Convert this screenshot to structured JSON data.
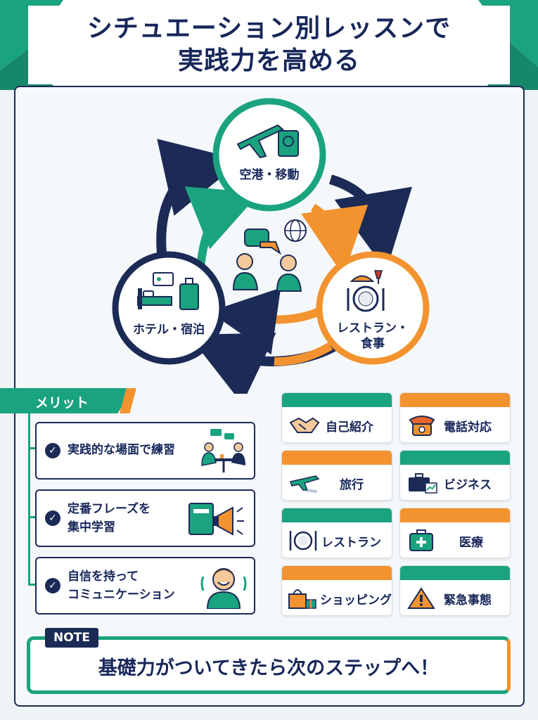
{
  "header": {
    "title_line1": "シチュエーション別レッスンで",
    "title_line2": "実践力を高める"
  },
  "cycle": {
    "top": "空港・移動",
    "left": "ホテル・宿泊",
    "right_line1": "レストラン・",
    "right_line2": "食事",
    "center_icon": "conversation-people-icon"
  },
  "merit": {
    "label": "メリット",
    "items": [
      {
        "line1": "実践的な場面で練習",
        "line2": "",
        "icon": "meeting-table-icon"
      },
      {
        "line1": "定番フレーズを",
        "line2": "集中学習",
        "icon": "book-megaphone-icon"
      },
      {
        "line1": "自信を持って",
        "line2": "コミュニケーション",
        "icon": "smiling-person-icon"
      }
    ]
  },
  "scenarios": [
    {
      "label": "自己紹介",
      "icon": "handshake-icon",
      "band": "#1aa37f"
    },
    {
      "label": "電話対応",
      "icon": "telephone-icon",
      "band": "#f3932f"
    },
    {
      "label": "旅行",
      "icon": "airplane-icon",
      "band": "#f3932f"
    },
    {
      "label": "ビジネス",
      "icon": "briefcase-icon",
      "band": "#1aa37f"
    },
    {
      "label": "レストラン",
      "icon": "cutlery-icon",
      "band": "#1aa37f"
    },
    {
      "label": "医療",
      "icon": "medical-kit-icon",
      "band": "#f3932f"
    },
    {
      "label": "ショッピング",
      "icon": "shopping-bag-icon",
      "band": "#f3932f"
    },
    {
      "label": "緊急事態",
      "icon": "warning-icon",
      "band": "#1aa37f"
    }
  ],
  "note": {
    "tag": "NOTE",
    "text": "基礎力がついてきたら次のステップへ！"
  },
  "colors": {
    "navy": "#1c2a56",
    "teal": "#1aa37f",
    "orange": "#f3932f"
  }
}
